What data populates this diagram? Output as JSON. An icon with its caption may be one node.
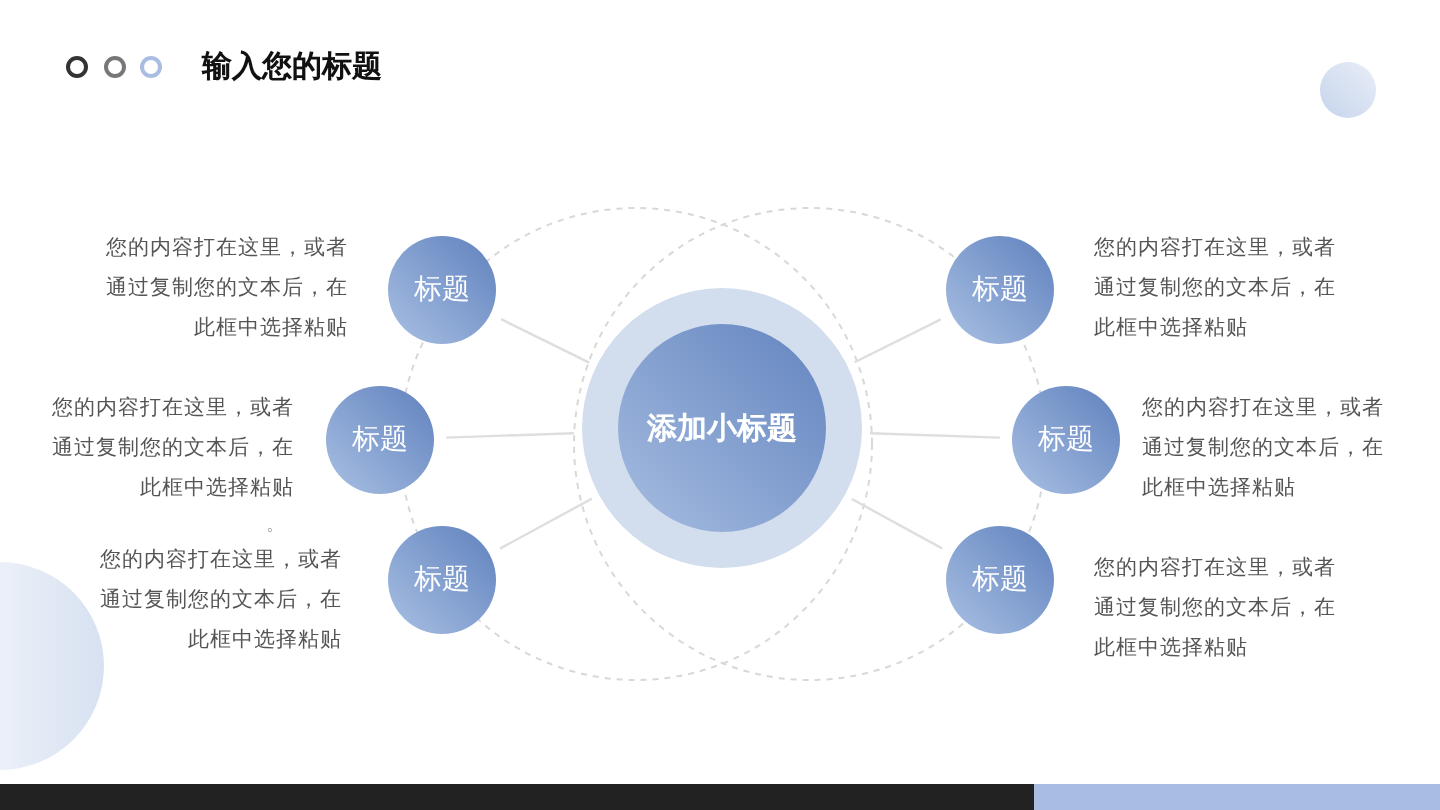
{
  "diagram": {
    "title": "输入您的标题",
    "nodes": [
      {
        "text": [
          "添加小标题"
        ]
      },
      {
        "text": [
          "标题"
        ],
        "beside": [
          "您的内容打在这里，或者通过复制您的文本后，在此框中选择粘贴"
        ]
      },
      {
        "text": [
          "标题"
        ],
        "beside": [
          "您的内容打在这里，或者通过复制您的文本后，在此框中选择粘贴"
        ]
      },
      {
        "text": [
          "标题"
        ],
        "beside": [
          "您的内容打在这里，或者通过复制您的文本后，在此框中选择粘贴"
        ]
      },
      {
        "text": [
          "标题"
        ],
        "beside": [
          "您的内容打在这里，或者通过复制您的文本后，在此框中选择粘贴"
        ]
      },
      {
        "text": [
          "标题"
        ],
        "beside": [
          "您的内容打在这里，或者通过复制您的文本后，在此框中选择粘贴"
        ]
      },
      {
        "text": [
          "标题"
        ],
        "beside": [
          "您的内容打在这里，或者通过复制您的文本后，在此框中选择粘贴"
        ]
      }
    ],
    "edges": [
      {
        "from": 0,
        "to": 1,
        "arrow": "none"
      },
      {
        "from": 0,
        "to": 2,
        "arrow": "none"
      },
      {
        "from": 0,
        "to": 3,
        "arrow": "none"
      },
      {
        "from": 0,
        "to": 4,
        "arrow": "none"
      },
      {
        "from": 0,
        "to": 5,
        "arrow": "none"
      },
      {
        "from": 0,
        "to": 6,
        "arrow": "none"
      }
    ],
    "labels": [
      "。"
    ]
  }
}
